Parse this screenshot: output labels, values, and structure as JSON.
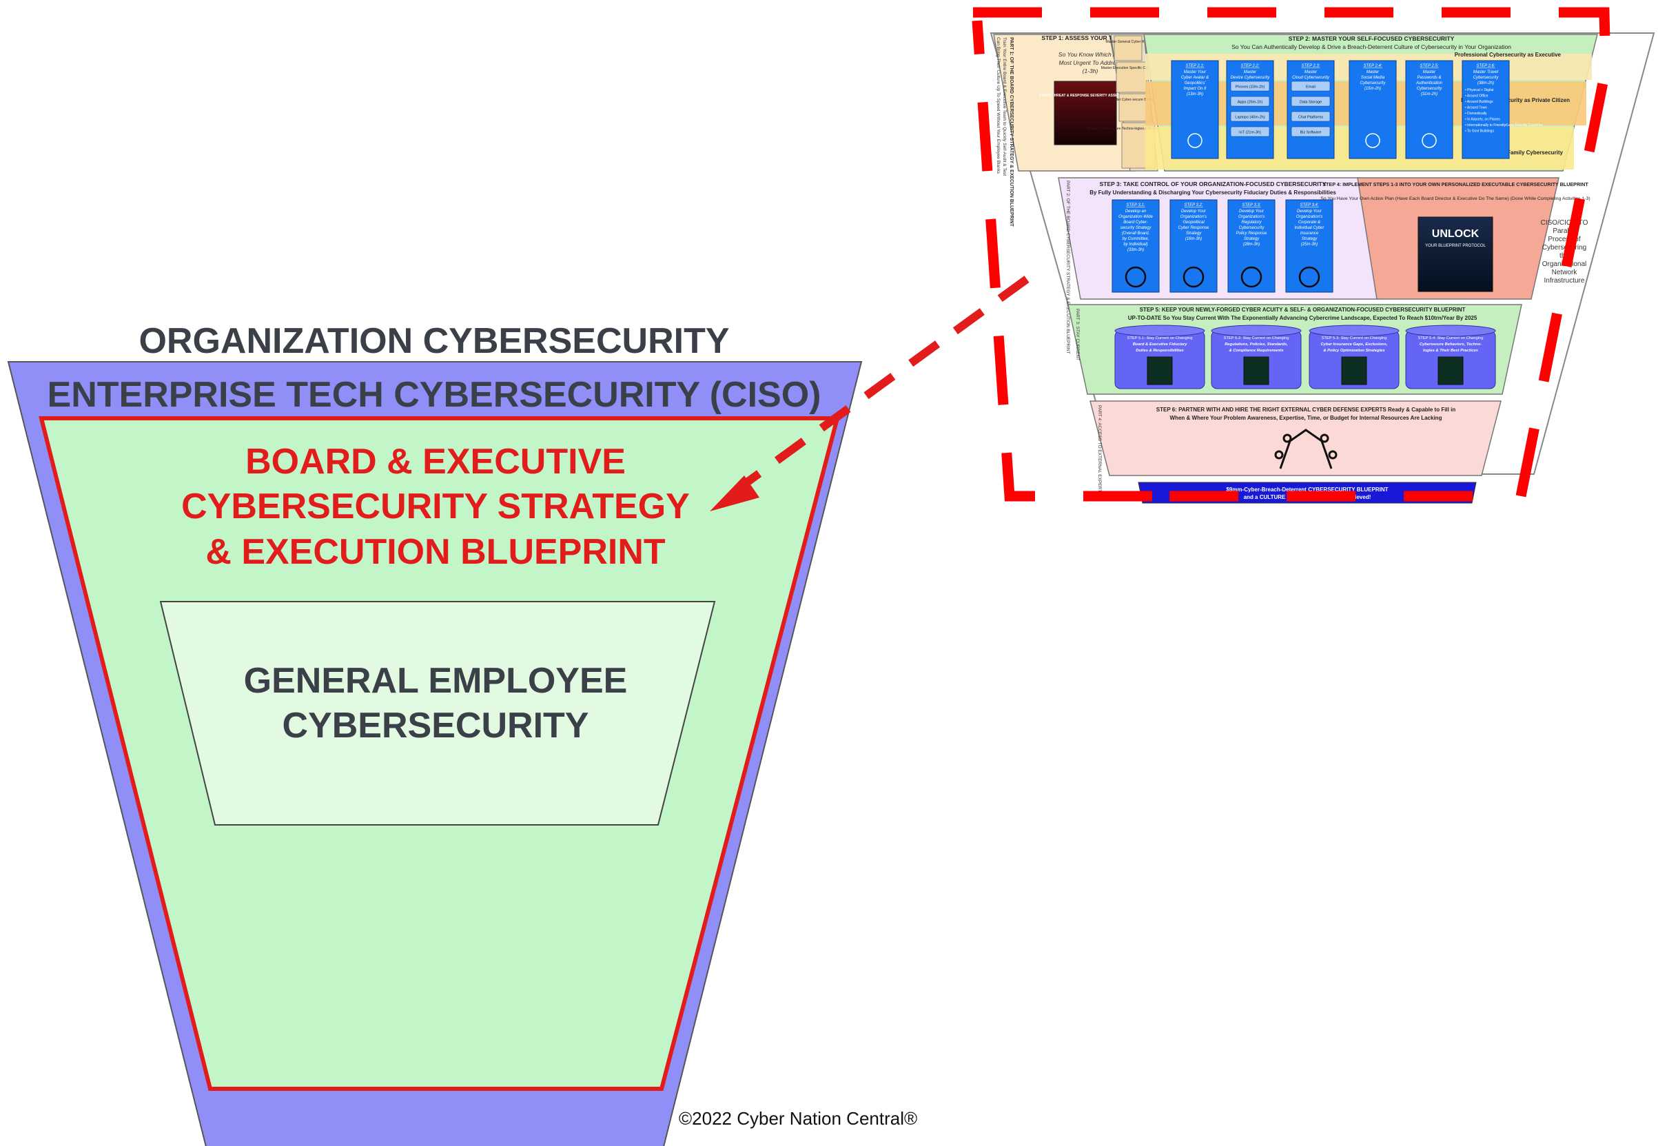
{
  "left_funnel": {
    "outer_title": "ORGANIZATION CYBERSECURITY",
    "ciso_title": "ENTERPRISE TECH CYBERSECURITY (CISO)",
    "board_lines": [
      "BOARD & EXECUTIVE",
      "CYBERSECURITY STRATEGY",
      "& EXECUTION BLUEPRINT"
    ],
    "employee_lines": [
      "GENERAL EMPLOYEE",
      "CYBERSECURITY"
    ]
  },
  "copyright": "©2022 Cyber Nation Central®",
  "blueprint": {
    "step1": {
      "title": "STEP 1: ASSESS YOUR THREATS",
      "lines": [
        "So You Know Which Are",
        "Most Urgent To Address",
        "(1-3h)"
      ],
      "book": "CYBER THREAT & RESPONSE SEVERITY ASSESSMENT"
    },
    "part1_side": [
      "PART 1: OF THE BOARD CYBERSECURITY STRATEGY & EXECUTION BLUEPRINT",
      "Train Your Entire Board & Executive Team to Quickly Self-Audit & Test",
      "Can Bring Their Culture Up To Speed Without Your Employee Blanks"
    ],
    "master_tabs": [
      "Master General Cyber Risks",
      "Master Executive Specific Cyber Risks",
      "Master Cyber-secure Behaviors",
      "Master Cyber-secure Techno-logies & Best Practices With Them"
    ],
    "step2": {
      "title": "STEP 2: MASTER YOUR SELF-FOCUSED CYBERSECURITY",
      "subtitle": "So You Can Authentically Develop & Drive a Breach-Deterrent Culture of Cybersecurity in Your Organization"
    },
    "bands": [
      "Professional Cybersecurity as Executive",
      "Personal Cybersecurity as Private Citizen",
      "Family Cybersecurity"
    ],
    "step2_cards": [
      {
        "title": "STEP 2.1:",
        "body": [
          "Master Your",
          "Cyber Avatar &",
          "Geopolitics'",
          "Impact On It",
          "(13m-3h)"
        ]
      },
      {
        "title": "STEP 2.2:",
        "body": [
          "Master",
          "Device Cybersecurity"
        ],
        "items": [
          "Phones (33m-2h)",
          "Apps (25m-1h)",
          "Laptops (40m-2h)",
          "IoT (21m-3h)"
        ]
      },
      {
        "title": "STEP 2.3:",
        "body": [
          "Master",
          "Cloud Cybersecurity"
        ],
        "items": [
          "Email",
          "Data Storage",
          "Chat Platforms",
          "Biz Software"
        ]
      },
      {
        "title": "STEP 2.4:",
        "body": [
          "Master",
          "Social Media",
          "Cybersecurity",
          "(15m-2h)"
        ]
      },
      {
        "title": "STEP 2.5:",
        "body": [
          "Master",
          "Passwords &",
          "Authentication",
          "Cybersecurity",
          "(31m-2h)"
        ]
      },
      {
        "title": "STEP 2.6:",
        "body": [
          "Master Travel",
          "Cybersecurity",
          "(38m-2h)"
        ],
        "items": [
          "• Physical + Digital",
          "• Around Office",
          "• Around Buildings",
          "• Around Town",
          "• Domestically",
          "• In Airports, on Planes",
          "• Internationally to Friendly/Less Friendly Countries",
          "• To Govt Buildings"
        ]
      }
    ],
    "step3": {
      "title": "STEP 3: TAKE CONTROL OF YOUR ORGANIZATION-FOCUSED CYBERSECURITY",
      "subtitle": "By Fully Understanding & Discharging Your Cybersecurity Fiduciary Duties & Responsibilities",
      "side": "PART 2: OF THE BOARD CYBERSECURITY STRATEGY & EXECUTION BLUEPRINT",
      "cards": [
        {
          "title": "STEP 3.1:",
          "body": [
            "Develop an",
            "Organization-Wide",
            "Board Cyber-",
            "security Strategy",
            "(Overall Board,",
            "by Committee,",
            "by Individual)",
            "(33m-3h)"
          ]
        },
        {
          "title": "STEP 3.2:",
          "body": [
            "Develop Your",
            "Organization's",
            "Geopolitical",
            "Cyber Response",
            "Strategy",
            "(16m-3h)"
          ]
        },
        {
          "title": "STEP 3.3:",
          "body": [
            "Develop Your",
            "Organization's",
            "Regulatory",
            "Cybersecurity",
            "Policy Response",
            "Strategy",
            "(28m-3h)"
          ]
        },
        {
          "title": "STEP 3.4:",
          "body": [
            "Develop Your",
            "Organization's",
            "Corporate &",
            "Individual Cyber",
            "Insurance",
            "Strategy",
            "(25m-3h)"
          ]
        }
      ]
    },
    "step4": {
      "title": "STEP 4: IMPLEMENT STEPS 1-3 INTO YOUR OWN PERSONALIZED EXECUTABLE CYBERSECURITY BLUEPRINT",
      "subtitle": "So You Have Your Own Action Plan (Have Each Board Director & Executive Do The Same) (Done While Completing Activities 1-3)",
      "unlock": "UNLOCK",
      "unlock_sub": "YOUR BLUEPRINT PROTOCOL"
    },
    "ciso_note": [
      "CISO/CIO/CTO",
      "Parallel",
      "Process of",
      "Cybersecuring",
      "the",
      "Organizational",
      "Network",
      "Infrastructure"
    ],
    "step5": {
      "title": "STEP 5: KEEP YOUR NEWLY-FORGED CYBER ACUITY & SELF- & ORGANIZATION-FOCUSED CYBERSECURITY BLUEPRINT",
      "subtitle": "UP-TO-DATE So You Stay Current With The Exponentially Advancing Cybercrime Landscape, Expected To Reach $10trn/Year By 2025",
      "side": "PART 3: STAY CURRENT",
      "cards": [
        {
          "title": "STEP 5.1:",
          "body": [
            "Stay Current on Changing",
            "Board & Executive Fiduciary",
            "Duties & Responsibilities"
          ]
        },
        {
          "title": "STEP 5.2:",
          "body": [
            "Stay Current on Changing",
            "Regulations, Policies, Standards,",
            "& Compliance Requirements"
          ]
        },
        {
          "title": "STEP 5.3:",
          "body": [
            "Stay Current on Changing",
            "Cyber Insurance Gaps, Exclusions,",
            "& Policy Optimization Strategies"
          ]
        },
        {
          "title": "STEP 5.4:",
          "body": [
            "Stay Current on Changing",
            "Cybersecure Behaviors, Techno-",
            "logies & Their Best Practices"
          ]
        }
      ]
    },
    "step6": {
      "title": "STEP 6: PARTNER WITH AND HIRE THE RIGHT EXTERNAL CYBER DEFENSE EXPERTS Ready & Capable to Fill in",
      "subtitle": "When & Where Your Problem Awareness, Expertise, Time, or Budget for Internal Resources Are Lacking",
      "side": "PART 4: ACCESS TO EXTERNAL EXPERTISE"
    },
    "footer_lines": [
      "$9mm-Cyber-Breach-Deterrent CYBERSECURITY BLUEPRINT",
      "and a CULTURE OF CYBERSECURITY Achieved!"
    ]
  },
  "colors": {
    "outer_funnel": "#8f8ff7",
    "board_fill": "#c2f6c8",
    "employee_fill": "#e2fae2",
    "accent_red": "#e21b1b",
    "dark_text": "#3b4048",
    "card_blue": "#1777f0",
    "step5_violet": "#6565f5",
    "footer_blue": "#1818d6"
  }
}
